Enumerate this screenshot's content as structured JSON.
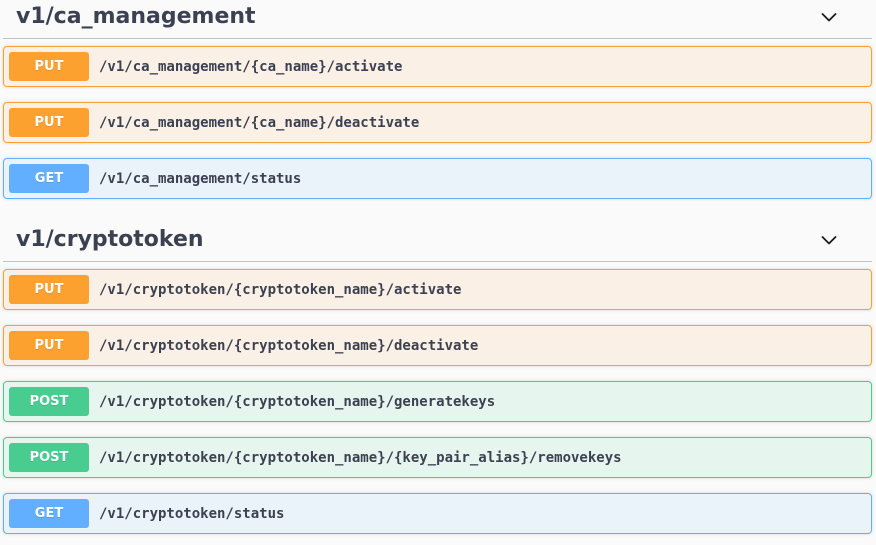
{
  "page": {
    "background_color": "#fafafa",
    "text_color": "#3b4151",
    "divider_color": "rgba(59,65,81,.3)",
    "chevron_icon": "chevron-down"
  },
  "methods": {
    "GET": {
      "color": "#61affe",
      "row_background": "rgba(97,175,254,.1)"
    },
    "POST": {
      "color": "#49cc90",
      "row_background": "rgba(73,204,144,.1)"
    },
    "PUT": {
      "color": "#fca130",
      "row_background": "rgba(252,161,48,.1)"
    }
  },
  "sections": [
    {
      "title": "v1/ca_management",
      "expanded": false,
      "operations": [
        {
          "method": "PUT",
          "path": "/v1/ca_management/{ca_name}/activate"
        },
        {
          "method": "PUT",
          "path": "/v1/ca_management/{ca_name}/deactivate"
        },
        {
          "method": "GET",
          "path": "/v1/ca_management/status"
        }
      ]
    },
    {
      "title": "v1/cryptotoken",
      "expanded": false,
      "operations": [
        {
          "method": "PUT",
          "path": "/v1/cryptotoken/{cryptotoken_name}/activate"
        },
        {
          "method": "PUT",
          "path": "/v1/cryptotoken/{cryptotoken_name}/deactivate"
        },
        {
          "method": "POST",
          "path": "/v1/cryptotoken/{cryptotoken_name}/generatekeys"
        },
        {
          "method": "POST",
          "path": "/v1/cryptotoken/{cryptotoken_name}/{key_pair_alias}/removekeys"
        },
        {
          "method": "GET",
          "path": "/v1/cryptotoken/status"
        }
      ]
    }
  ]
}
